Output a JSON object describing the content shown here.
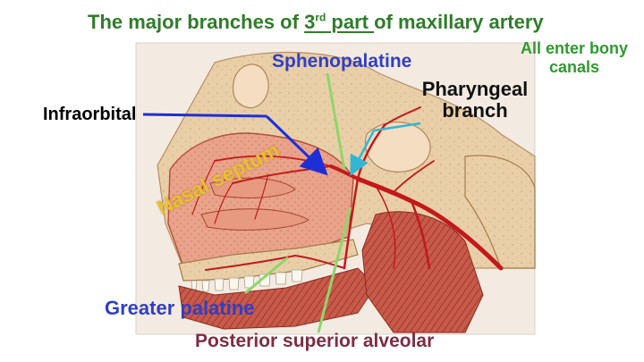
{
  "slide": {
    "title_prefix": "The major branches of ",
    "title_ordinal": "3",
    "title_ordinal_suffix": "rd",
    "title_part": " part ",
    "title_suffix": "of maxillary artery",
    "note_line1": "All enter bony",
    "note_line2": "canals"
  },
  "labels": {
    "sphenopalatine": "Sphenopalatine",
    "pharyngeal_line1": "Pharyngeal",
    "pharyngeal_line2": "branch",
    "infraorbital": "Infraorbital",
    "nasal_septum": "Nasal septum",
    "greater_palatine": "Greater palatine",
    "posterior_superior_alveolar": "Posterior superior alveolar"
  },
  "colors": {
    "title_green": "#2f7d2a",
    "note_green": "#2e9a2e",
    "label_blue": "#2f3fc8",
    "label_black": "#111111",
    "label_maroon": "#7e2d44",
    "septum_yellow": "#e8c22a",
    "arrow_green": "#8fd66a",
    "arrow_blue": "#1f2fd8",
    "arrow_cyan": "#31b7d3"
  }
}
